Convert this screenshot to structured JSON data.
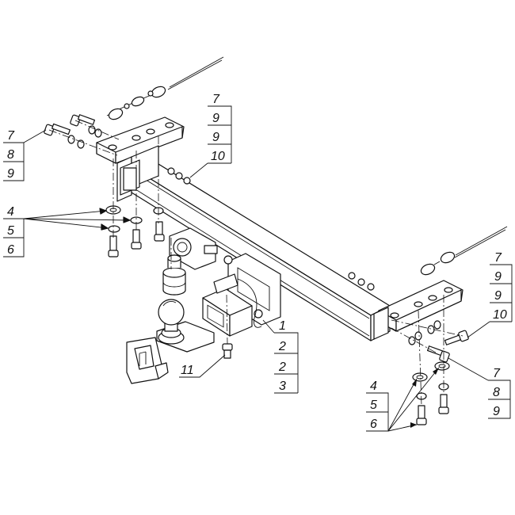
{
  "callouts": {
    "top_left": [
      "7",
      "8",
      "9"
    ],
    "left_mid": [
      "4",
      "5",
      "6"
    ],
    "top_center": [
      "7",
      "9",
      "9",
      "10"
    ],
    "right_upper": [
      "7",
      "9",
      "9",
      "10"
    ],
    "right_lower": [
      "7",
      "8",
      "9"
    ],
    "bottom_mid": [
      "4",
      "5",
      "6"
    ],
    "center": [
      "1",
      "2",
      "2",
      "3"
    ],
    "single": [
      "11"
    ]
  },
  "colors": {
    "ink": "#111111",
    "paper": "#ffffff"
  }
}
